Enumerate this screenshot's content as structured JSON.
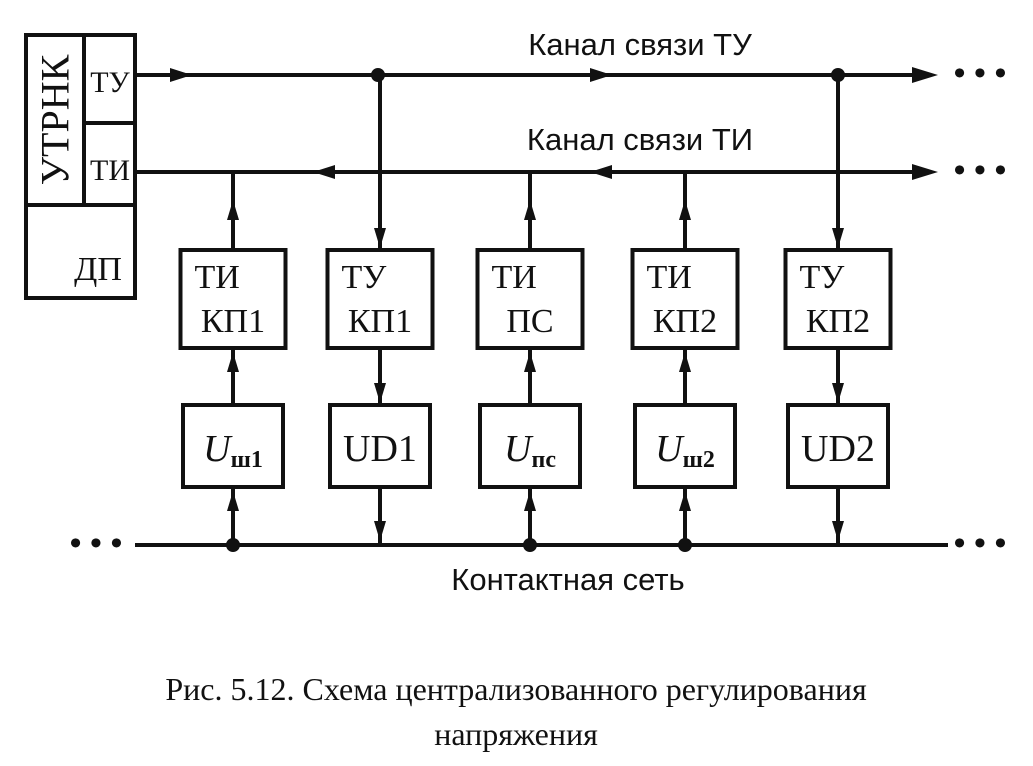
{
  "diagram": {
    "control_unit": {
      "vertical_label": "УТРНК",
      "port_tu": "ТУ",
      "port_ti": "ТИ",
      "bottom_label": "ДП"
    },
    "channels": {
      "tu_label": "Канал связи ТУ",
      "ti_label": "Канал связи ТИ",
      "continuation": "• • •"
    },
    "bus_label": "Контактная сеть",
    "bus_continuation": "• • •",
    "columns": [
      {
        "top_line1": "ТИ",
        "top_line2": "КП1",
        "bottom_main": "U",
        "bottom_sub": "ш1",
        "bottom_italic": true,
        "type": "ti"
      },
      {
        "top_line1": "ТУ",
        "top_line2": "КП1",
        "bottom_main": "UD1",
        "bottom_sub": "",
        "bottom_italic": false,
        "type": "tu"
      },
      {
        "top_line1": "ТИ",
        "top_line2": "ПС",
        "bottom_main": "U",
        "bottom_sub": "пс",
        "bottom_italic": true,
        "type": "ti"
      },
      {
        "top_line1": "ТИ",
        "top_line2": "КП2",
        "bottom_main": "U",
        "bottom_sub": "ш2",
        "bottom_italic": true,
        "type": "ti"
      },
      {
        "top_line1": "ТУ",
        "top_line2": "КП2",
        "bottom_main": "UD2",
        "bottom_sub": "",
        "bottom_italic": false,
        "type": "tu"
      }
    ]
  },
  "caption": {
    "line1": "Рис. 5.12. Схема централизованного регулирования",
    "line2": "напряжения"
  }
}
